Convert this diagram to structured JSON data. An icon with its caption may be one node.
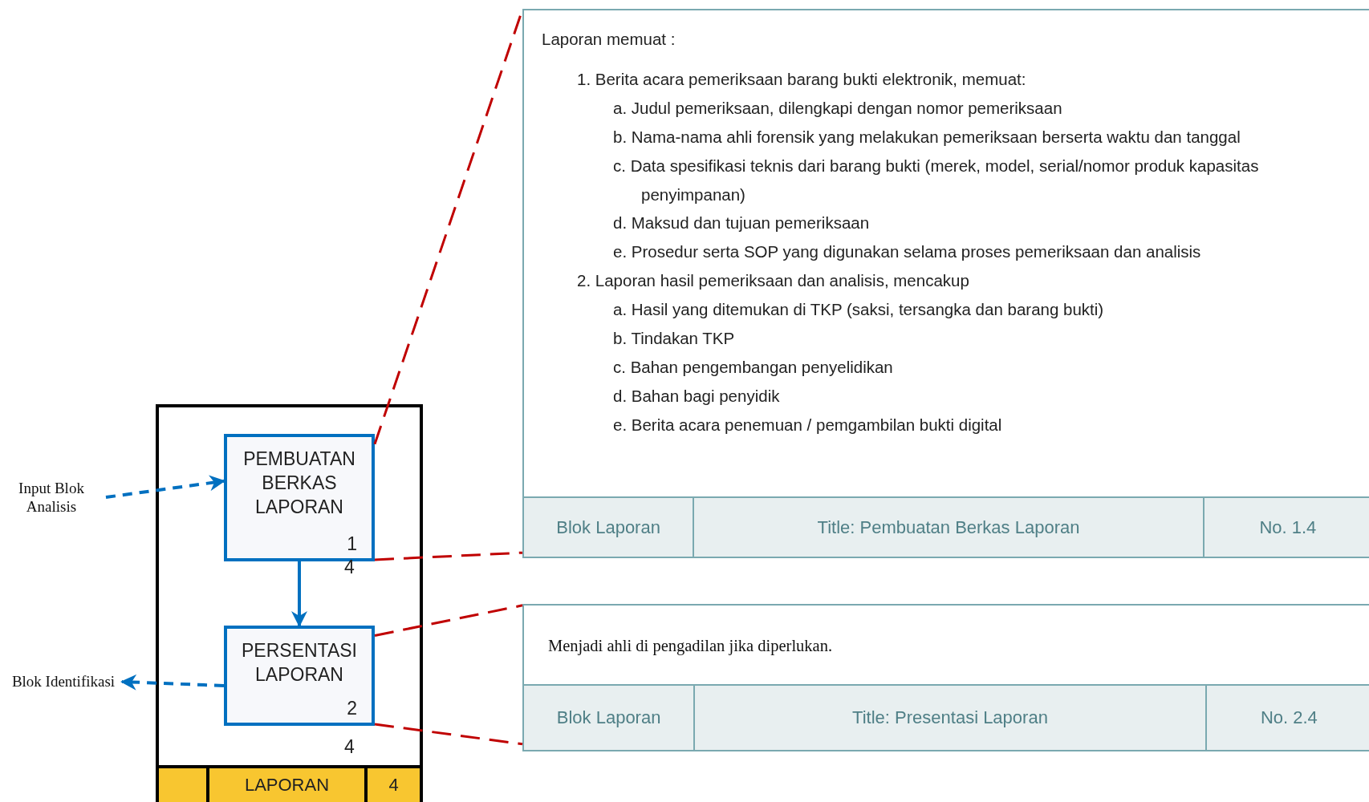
{
  "diagram": {
    "nodes": [
      {
        "text": [
          "LAPORAN",
          "4"
        ]
      },
      {
        "text": [
          "PEMBUATAN BERKAS LAPORAN",
          "1"
        ],
        "beside": [
          "4"
        ],
        "in": 0
      },
      {
        "text": [
          "PERSENTASI LAPORAN",
          "2"
        ],
        "beside": [
          "4"
        ],
        "in": 0
      },
      {
        "text": [
          "Input Blok Analisis"
        ]
      },
      {
        "text": [
          "Blok Identifikasi"
        ]
      },
      {
        "text": [
          "Laporan memuat :",
          "1. Berita acara pemeriksaan barang bukti elektronik, memuat:",
          "a. Judul pemeriksaan, dilengkapi dengan nomor pemeriksaan",
          "b. Nama-nama ahli forensik yang melakukan pemeriksaan berserta waktu dan tanggal",
          "c. Data spesifikasi teknis dari barang bukti (merek, model, serial/nomor produk kapasitas penyimpanan)",
          "d. Maksud dan tujuan pemeriksaan",
          "e. Prosedur serta SOP yang digunakan selama proses pemeriksaan dan analisis",
          "2. Laporan hasil pemeriksaan dan analisis, mencakup",
          "a. Hasil yang ditemukan di TKP (saksi, tersangka dan barang bukti)",
          "b. Tindakan TKP",
          "c. Bahan pengembangan penyelidikan",
          "d. Bahan bagi penyidik",
          "e. Berita acara penemuan / pemgambilan bukti digital",
          "Blok Laporan",
          "Title: Pembuatan Berkas Laporan",
          "No. 1.4"
        ]
      },
      {
        "text": [
          "Menjadi ahli di pengadilan jika diperlukan.",
          "Blok Laporan",
          "Title: Presentasi Laporan",
          "No. 2.4"
        ]
      }
    ],
    "edges": [
      {
        "from": 3,
        "to": 1,
        "arrow": "to",
        "style": "dashed",
        "color": "#0070c0"
      },
      {
        "from": 1,
        "to": 2,
        "arrow": "to",
        "color": "#0070c0"
      },
      {
        "from": 2,
        "to": 4,
        "arrow": "to",
        "style": "dashed",
        "color": "#0070c0"
      },
      {
        "from": 1,
        "to": 5,
        "arrow": "none",
        "style": "dashed",
        "color": "#c00000"
      },
      {
        "from": 1,
        "to": 5,
        "arrow": "none",
        "style": "dashed",
        "color": "#c00000"
      },
      {
        "from": 2,
        "to": 6,
        "arrow": "none",
        "style": "dashed",
        "color": "#c00000"
      },
      {
        "from": 2,
        "to": 6,
        "arrow": "none",
        "style": "dashed",
        "color": "#c00000"
      }
    ]
  }
}
